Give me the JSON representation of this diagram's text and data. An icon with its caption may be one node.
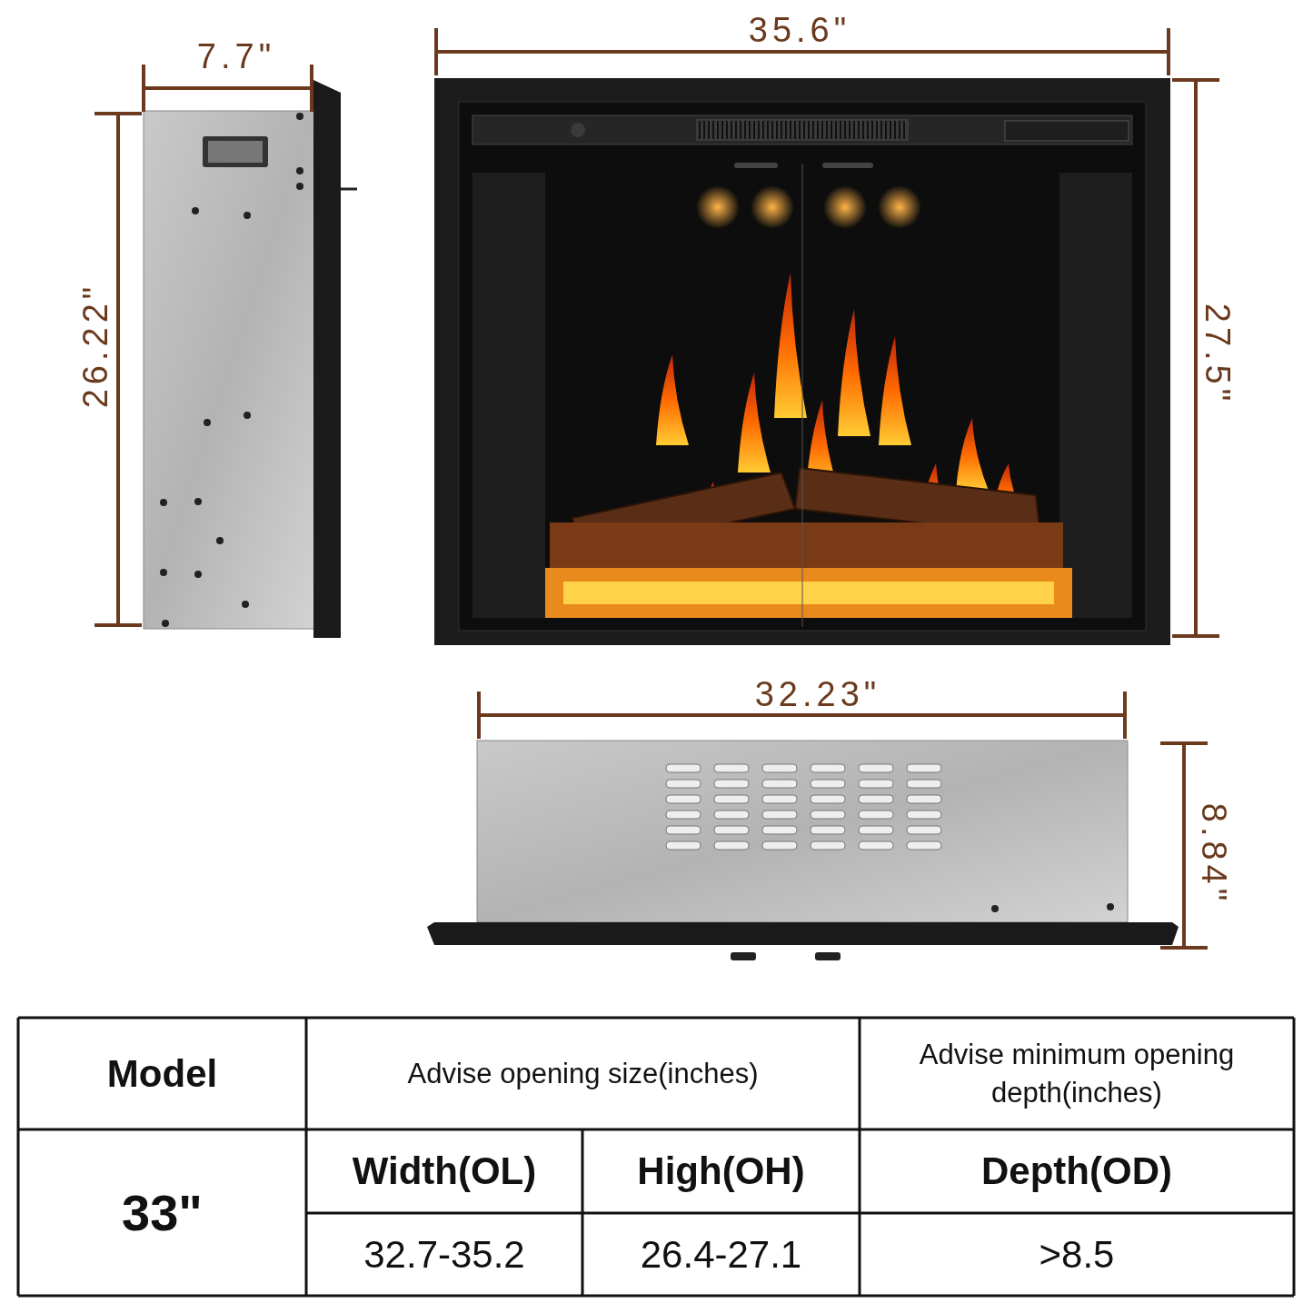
{
  "diagram": {
    "labels": [
      "7.7\"",
      "35.6\"",
      "26.22\"",
      "27.5\"",
      "32.23\"",
      "8.84\"",
      "Model",
      "Advise opening size(inches)",
      "Advise minimum opening depth(inches)",
      "33\"",
      "Width(OL)",
      "High(OH)",
      "Depth(OD)",
      "32.7-35.2",
      "26.4-27.1",
      ">8.5"
    ]
  }
}
